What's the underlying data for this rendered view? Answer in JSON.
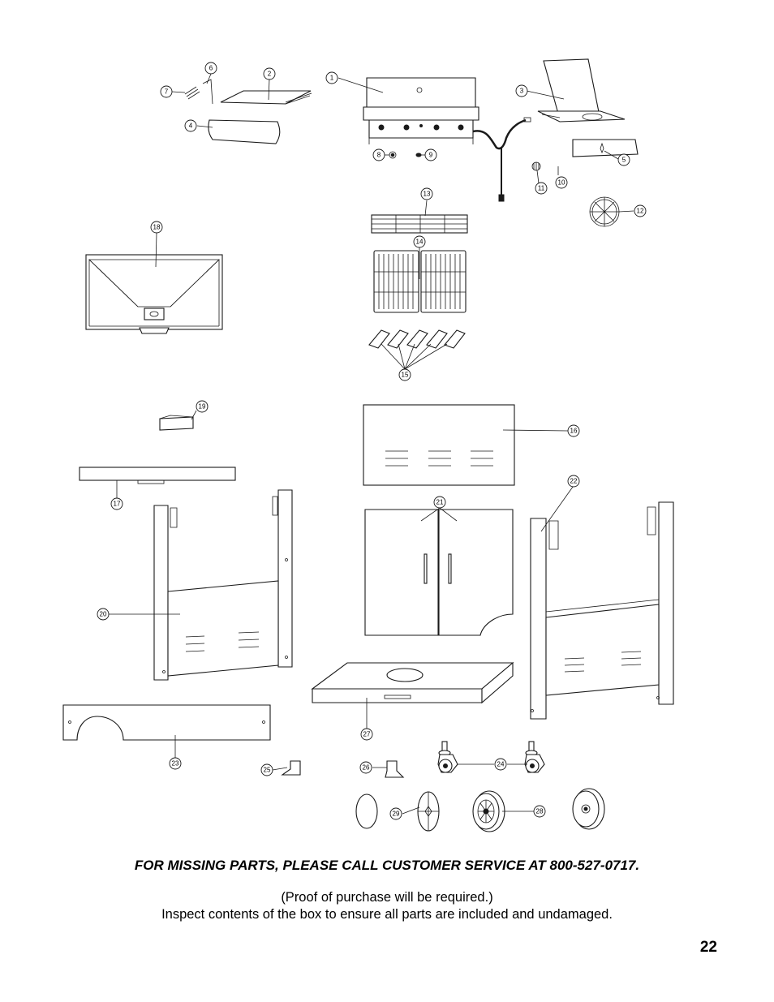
{
  "callouts": [
    "1",
    "2",
    "3",
    "4",
    "5",
    "6",
    "7",
    "8",
    "9",
    "10",
    "11",
    "12",
    "13",
    "14",
    "15",
    "16",
    "17",
    "18",
    "19",
    "20",
    "21",
    "22",
    "23",
    "24",
    "25",
    "26",
    "27",
    "28",
    "29"
  ],
  "notice": {
    "missing_parts": "FOR MISSING PARTS, PLEASE CALL CUSTOMER SERVICE AT 800-527-0717.",
    "proof": "(Proof of purchase will be required.)",
    "inspect": "Inspect contents of the box to ensure all parts are included and undamaged."
  },
  "page_number": "22"
}
